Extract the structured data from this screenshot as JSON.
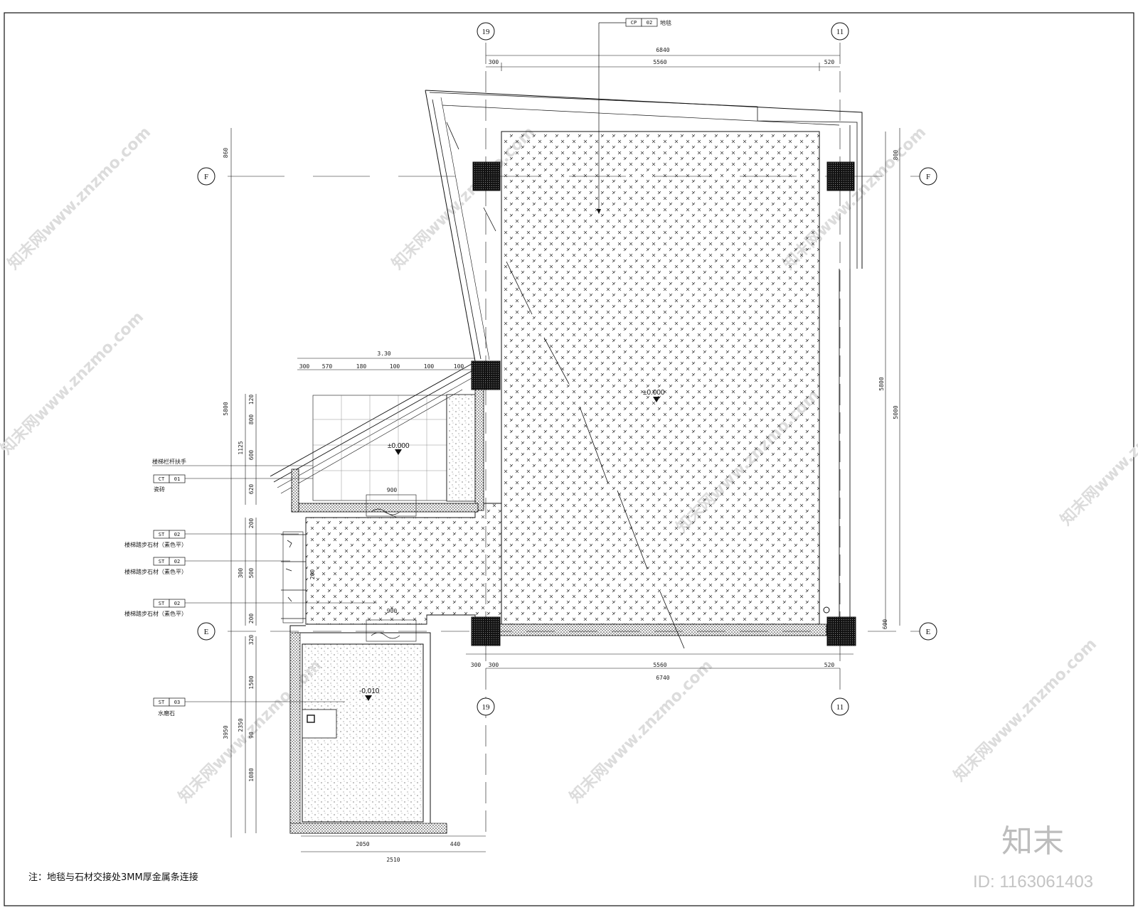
{
  "drawing": {
    "axes": {
      "top_left": "19",
      "top_right": "11",
      "bottom_left": "19",
      "bottom_right": "11",
      "left_top": "F",
      "left_bottom": "E",
      "right_top": "F",
      "right_bottom": "E"
    },
    "dimensions": {
      "top_total": "6840",
      "top_left": "300",
      "top_mid": "5560",
      "top_right": "520",
      "bottom_left1": "300",
      "bottom_left2": "300",
      "bottom_mid": "5560",
      "bottom_right": "520",
      "bottom_total": "6740",
      "left_outer": "5800",
      "left_top": "860",
      "left_small1": "120",
      "left_small2": "800",
      "left_small3": "1125",
      "left_small4": "600",
      "left_small5": "620",
      "left_mid1": "200",
      "left_mid2": "500",
      "left_mid3": "300",
      "left_mid4": "200",
      "left_mid5": "320",
      "left_low1": "1500",
      "left_low2": "2350",
      "left_low3": "90",
      "left_low4": "1080",
      "left_low_total": "3950",
      "right_outer": "5800",
      "right_inner": "5000",
      "right_top": "800",
      "right_bottom": "600",
      "stair_total": "3.30",
      "stair_1": "300",
      "stair_2": "570",
      "stair_3": "180",
      "stair_4": "100",
      "stair_5": "100",
      "stair_6": "100",
      "inner_a": "900",
      "inner_b": "900",
      "inner_c": "200",
      "base_1": "2050",
      "base_2": "440",
      "base_total": "2510"
    },
    "elevations": {
      "main": "±0.000",
      "small": "±0.000",
      "lower": "-0.010"
    },
    "tags": {
      "top": {
        "code": "CP",
        "num": "02",
        "text": "地毯"
      },
      "left_label": "楼梯栏杆扶手",
      "ct01": {
        "code": "CT",
        "num": "01",
        "text": "瓷砖"
      },
      "st02a": {
        "code": "ST",
        "num": "02",
        "text": "楼梯踏步石材（素色平）"
      },
      "st02b": {
        "code": "ST",
        "num": "02",
        "text": "楼梯踏步石材（素色平）"
      },
      "st02c": {
        "code": "ST",
        "num": "02",
        "text": "楼梯踏步石材（素色平）"
      },
      "st03": {
        "code": "ST",
        "num": "03",
        "text": "水磨石"
      }
    },
    "note": "注：地毯与石材交接处3MM厚金属条连接",
    "brand": "知末",
    "id_label": "ID: 1163061403",
    "watermark": "知末网www.znzmo.com"
  },
  "colors": {
    "line": "#111111",
    "hatch": "#444444",
    "watermark": "#dcdcdc"
  }
}
